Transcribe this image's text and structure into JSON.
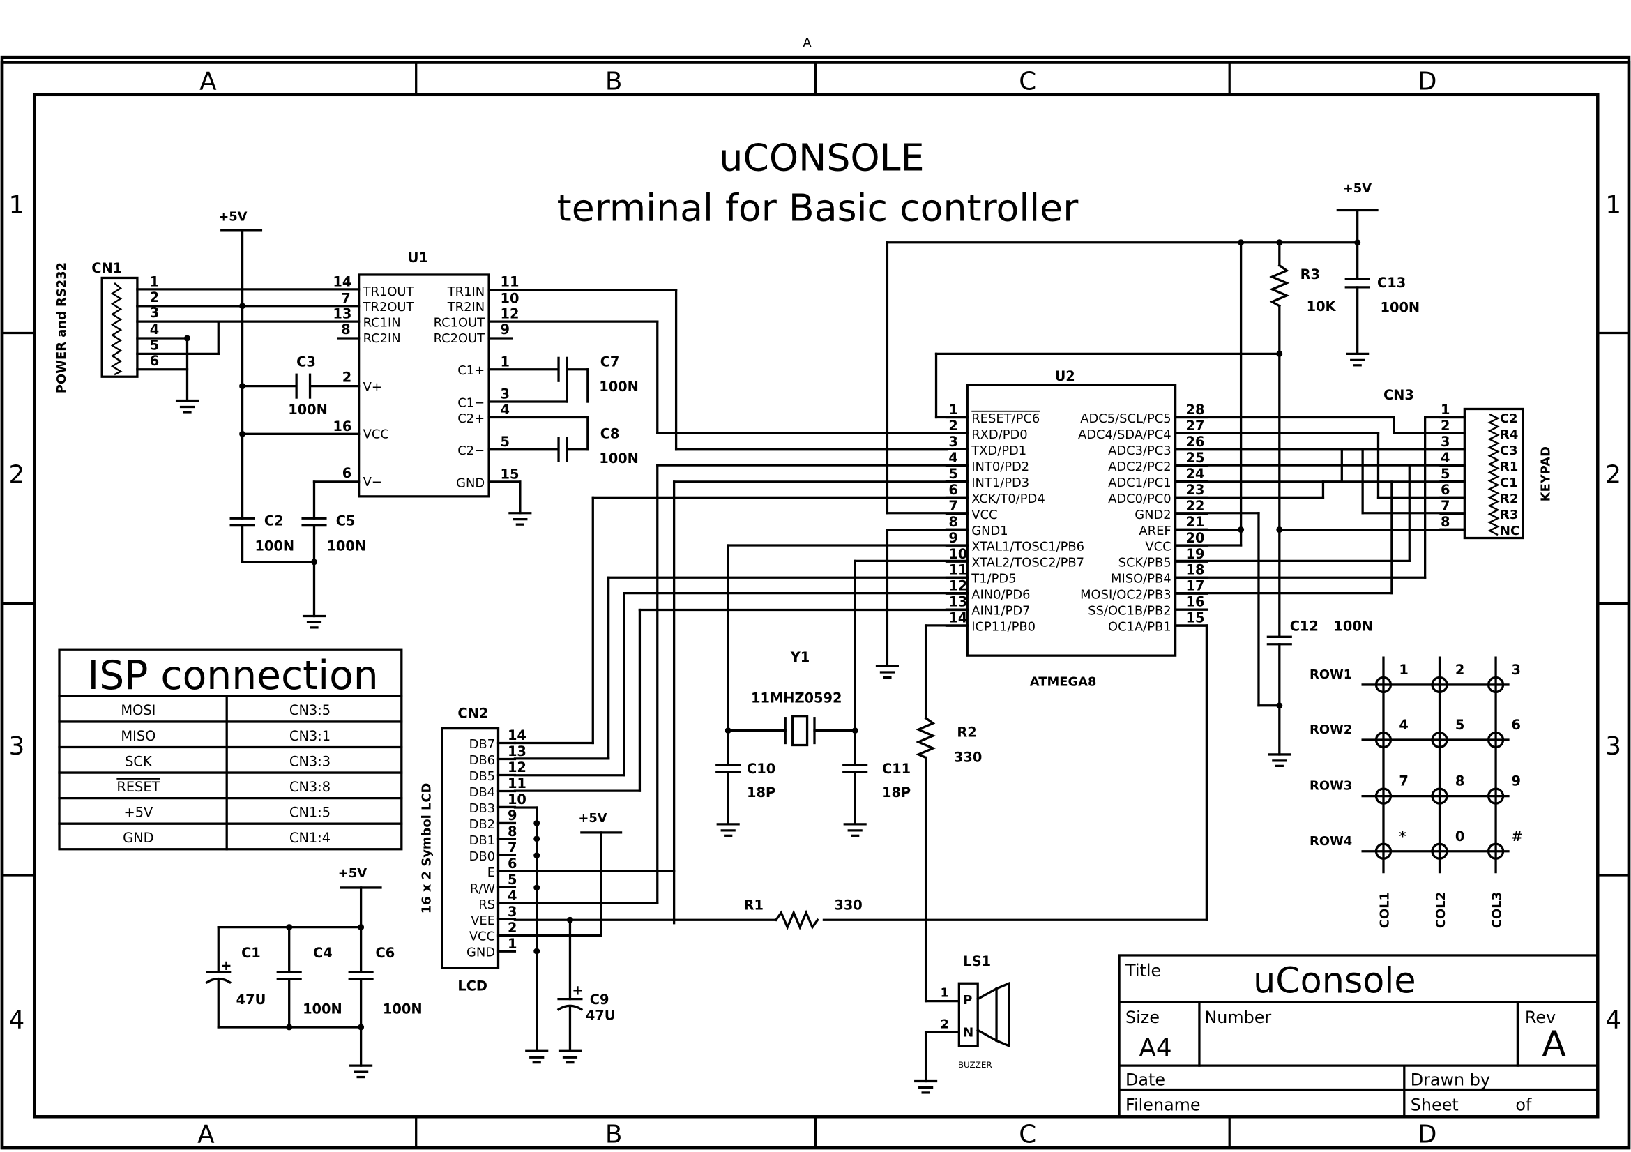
{
  "top_label": "A",
  "border": {
    "columns": [
      "A",
      "B",
      "C",
      "D"
    ],
    "rows": [
      "1",
      "2",
      "3",
      "4"
    ]
  },
  "title": {
    "line1": "uCONSOLE",
    "line2": "terminal for Basic controller"
  },
  "components": {
    "CN1": {
      "ref": "CN1",
      "label": "POWER and RS232",
      "pins": [
        "1",
        "2",
        "3",
        "4",
        "5",
        "6"
      ]
    },
    "U1": {
      "ref": "U1",
      "left_pins": [
        {
          "num": "14",
          "name": "TR1OUT"
        },
        {
          "num": "7",
          "name": "TR2OUT"
        },
        {
          "num": "13",
          "name": "RC1IN"
        },
        {
          "num": "8",
          "name": "RC2IN"
        },
        {
          "num": "2",
          "name": "V+"
        },
        {
          "num": "16",
          "name": "VCC"
        },
        {
          "num": "6",
          "name": "V−"
        }
      ],
      "right_pins": [
        {
          "num": "11",
          "name": "TR1IN"
        },
        {
          "num": "10",
          "name": "TR2IN"
        },
        {
          "num": "12",
          "name": "RC1OUT"
        },
        {
          "num": "9",
          "name": "RC2OUT"
        },
        {
          "num": "1",
          "name": "C1+"
        },
        {
          "num": "3",
          "name": "C1−"
        },
        {
          "num": "4",
          "name": "C2+"
        },
        {
          "num": "5",
          "name": "C2−"
        },
        {
          "num": "15",
          "name": "GND"
        }
      ]
    },
    "U2": {
      "ref": "U2",
      "part": "ATMEGA8",
      "left_pins": [
        {
          "num": "1",
          "name": "RESET/PC6"
        },
        {
          "num": "2",
          "name": "RXD/PD0"
        },
        {
          "num": "3",
          "name": "TXD/PD1"
        },
        {
          "num": "4",
          "name": "INT0/PD2"
        },
        {
          "num": "5",
          "name": "INT1/PD3"
        },
        {
          "num": "6",
          "name": "XCK/T0/PD4"
        },
        {
          "num": "7",
          "name": "VCC"
        },
        {
          "num": "8",
          "name": "GND1"
        },
        {
          "num": "9",
          "name": "XTAL1/TOSC1/PB6"
        },
        {
          "num": "10",
          "name": "XTAL2/TOSC2/PB7"
        },
        {
          "num": "11",
          "name": "T1/PD5"
        },
        {
          "num": "12",
          "name": "AIN0/PD6"
        },
        {
          "num": "13",
          "name": "AIN1/PD7"
        },
        {
          "num": "14",
          "name": "ICP11/PB0"
        }
      ],
      "right_pins": [
        {
          "num": "28",
          "name": "ADC5/SCL/PC5"
        },
        {
          "num": "27",
          "name": "ADC4/SDA/PC4"
        },
        {
          "num": "26",
          "name": "ADC3/PC3"
        },
        {
          "num": "25",
          "name": "ADC2/PC2"
        },
        {
          "num": "24",
          "name": "ADC1/PC1"
        },
        {
          "num": "23",
          "name": "ADC0/PC0"
        },
        {
          "num": "22",
          "name": "GND2"
        },
        {
          "num": "21",
          "name": "AREF"
        },
        {
          "num": "20",
          "name": "VCC"
        },
        {
          "num": "19",
          "name": "SCK/PB5"
        },
        {
          "num": "18",
          "name": "MISO/PB4"
        },
        {
          "num": "17",
          "name": "MOSI/OC2/PB3"
        },
        {
          "num": "16",
          "name": "SS/OC1B/PB2"
        },
        {
          "num": "15",
          "name": "OC1A/PB1"
        }
      ]
    },
    "CN2": {
      "ref": "CN2",
      "label": "16 x 2 Symbol LCD",
      "bottom": "LCD",
      "pins": [
        {
          "num": "14",
          "name": "DB7"
        },
        {
          "num": "13",
          "name": "DB6"
        },
        {
          "num": "12",
          "name": "DB5"
        },
        {
          "num": "11",
          "name": "DB4"
        },
        {
          "num": "10",
          "name": "DB3"
        },
        {
          "num": "9",
          "name": "DB2"
        },
        {
          "num": "8",
          "name": "DB1"
        },
        {
          "num": "7",
          "name": "DB0"
        },
        {
          "num": "6",
          "name": "E"
        },
        {
          "num": "5",
          "name": "R/W"
        },
        {
          "num": "4",
          "name": "RS"
        },
        {
          "num": "3",
          "name": "VEE"
        },
        {
          "num": "2",
          "name": "VCC"
        },
        {
          "num": "1",
          "name": "GND"
        }
      ]
    },
    "CN3": {
      "ref": "CN3",
      "label": "KEYPAD",
      "pins": [
        {
          "num": "1",
          "name": "C2"
        },
        {
          "num": "2",
          "name": "R4"
        },
        {
          "num": "3",
          "name": "C3"
        },
        {
          "num": "4",
          "name": "R1"
        },
        {
          "num": "5",
          "name": "C1"
        },
        {
          "num": "6",
          "name": "R2"
        },
        {
          "num": "7",
          "name": "R3"
        },
        {
          "num": "8",
          "name": "NC"
        }
      ]
    },
    "passives": {
      "C1": {
        "ref": "C1",
        "value": "47U"
      },
      "C2": {
        "ref": "C2",
        "value": "100N"
      },
      "C3": {
        "ref": "C3",
        "value": "100N"
      },
      "C4": {
        "ref": "C4",
        "value": "100N"
      },
      "C5": {
        "ref": "C5",
        "value": "100N"
      },
      "C6": {
        "ref": "C6",
        "value": "100N"
      },
      "C7": {
        "ref": "C7",
        "value": "100N"
      },
      "C8": {
        "ref": "C8",
        "value": "100N"
      },
      "C9": {
        "ref": "C9",
        "value": "47U"
      },
      "C10": {
        "ref": "C10",
        "value": "18P"
      },
      "C11": {
        "ref": "C11",
        "value": "18P"
      },
      "C12": {
        "ref": "C12",
        "value": "100N"
      },
      "C13": {
        "ref": "C13",
        "value": "100N"
      },
      "R1": {
        "ref": "R1",
        "value": "330"
      },
      "R2": {
        "ref": "R2",
        "value": "330"
      },
      "R3": {
        "ref": "R3",
        "value": "10K"
      },
      "Y1": {
        "ref": "Y1",
        "value": "11MHZ0592"
      }
    },
    "LS1": {
      "ref": "LS1",
      "pin_p": "P",
      "pin_n": "N",
      "pin1": "1",
      "pin2": "2",
      "part": "BUZZER"
    }
  },
  "power_label": "+5V",
  "isp_table": {
    "title": "ISP connection",
    "rows": [
      {
        "signal": "MOSI",
        "pin": "CN3:5"
      },
      {
        "signal": "MISO",
        "pin": "CN3:1"
      },
      {
        "signal": "SCK",
        "pin": "CN3:3"
      },
      {
        "signal": "RESET",
        "pin": "CN3:8"
      },
      {
        "signal": "+5V",
        "pin": "CN1:5"
      },
      {
        "signal": "GND",
        "pin": "CN1:4"
      }
    ]
  },
  "keypad": {
    "rows": [
      "ROW1",
      "ROW2",
      "ROW3",
      "ROW4"
    ],
    "cols": [
      "COL1",
      "COL2",
      "COL3"
    ],
    "keys": [
      "1",
      "2",
      "3",
      "4",
      "5",
      "6",
      "7",
      "8",
      "9",
      "*",
      "0",
      "#"
    ]
  },
  "title_block": {
    "title_label": "Title",
    "title_value": "uConsole",
    "size_label": "Size",
    "size_value": "A4",
    "number_label": "Number",
    "rev_label": "Rev",
    "rev_value": "A",
    "date_label": "Date",
    "drawn_label": "Drawn by",
    "filename_label": "Filename",
    "sheet_label": "Sheet",
    "of_label": "of"
  }
}
